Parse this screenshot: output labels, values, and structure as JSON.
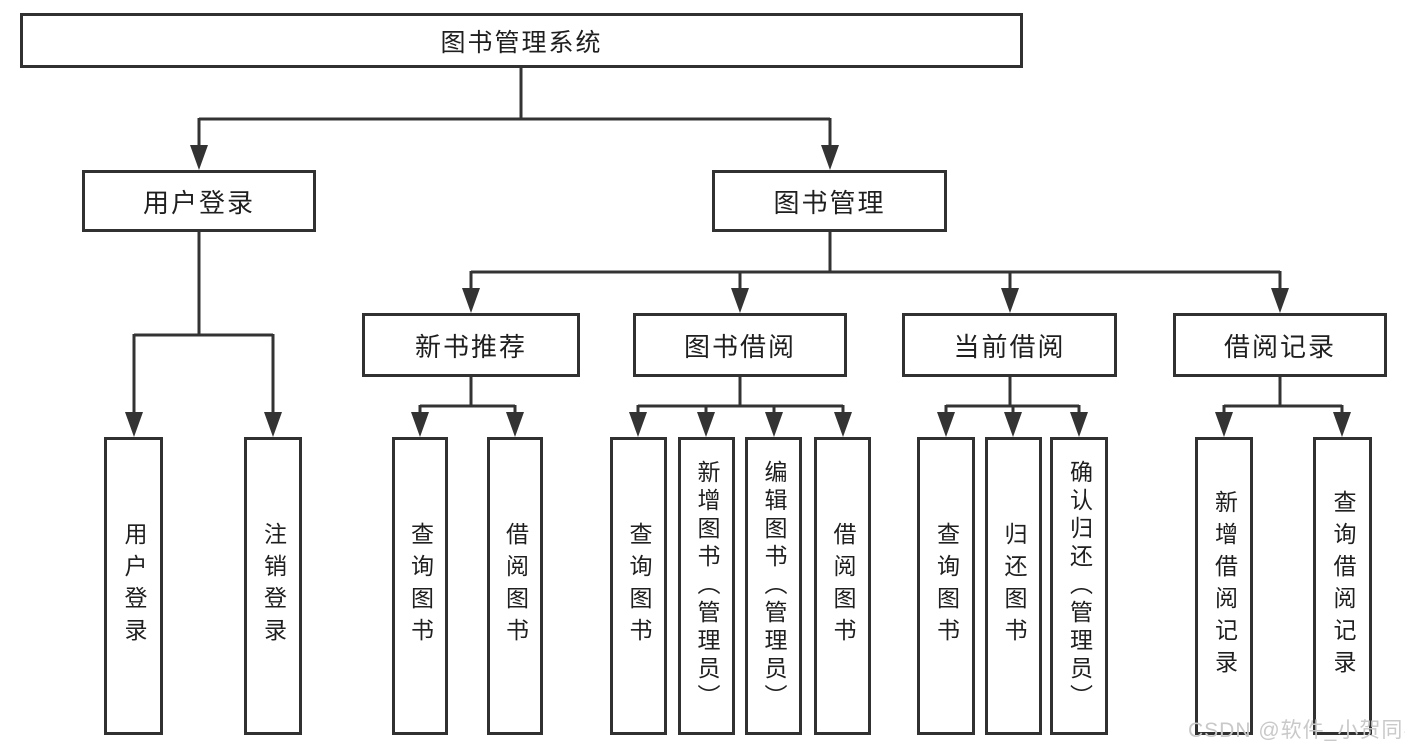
{
  "tree": {
    "root": {
      "label": "图书管理系统"
    },
    "level2": [
      {
        "label": "用户登录"
      },
      {
        "label": "图书管理"
      }
    ],
    "level3": [
      {
        "label": "新书推荐"
      },
      {
        "label": "图书借阅"
      },
      {
        "label": "当前借阅"
      },
      {
        "label": "借阅记录"
      }
    ],
    "leaves": {
      "user_login": [
        {
          "label": "用户登录"
        },
        {
          "label": "注销登录"
        }
      ],
      "new_book": [
        {
          "label": "查询图书"
        },
        {
          "label": "借阅图书"
        }
      ],
      "book_borrow": [
        {
          "label": "查询图书"
        },
        {
          "label": "新增图书（管理员）"
        },
        {
          "label": "编辑图书（管理员）"
        },
        {
          "label": "借阅图书"
        }
      ],
      "current_borrow": [
        {
          "label": "查询图书"
        },
        {
          "label": "归还图书"
        },
        {
          "label": "确认归还（管理员）"
        }
      ],
      "borrow_record": [
        {
          "label": "新增借阅记录"
        },
        {
          "label": "查询借阅记录"
        }
      ]
    }
  },
  "watermark": "CSDN @软件_小贺同学",
  "colors": {
    "line": "#333333",
    "box_border": "#313131",
    "text": "#1f1f1f",
    "watermark": "#c9c9c9",
    "background": "#ffffff"
  }
}
